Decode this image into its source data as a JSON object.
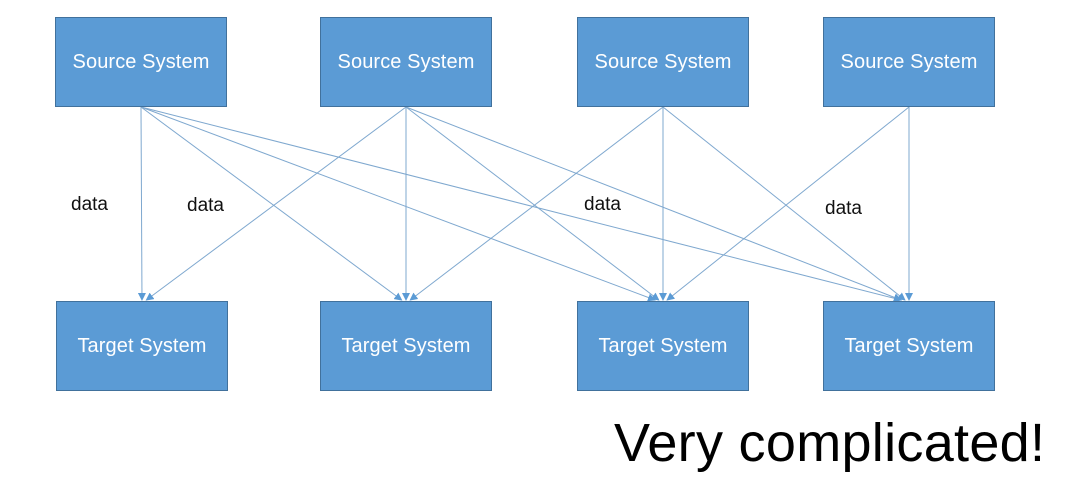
{
  "diagram": {
    "colors": {
      "node_fill": "#5b9bd5",
      "node_border": "#41719c",
      "edge": "#9dc3e6",
      "edge_dark": "#7fa8cf"
    },
    "sources": [
      {
        "id": "s1",
        "label": "Source System"
      },
      {
        "id": "s2",
        "label": "Source System"
      },
      {
        "id": "s3",
        "label": "Source System"
      },
      {
        "id": "s4",
        "label": "Source System"
      }
    ],
    "targets": [
      {
        "id": "t1",
        "label": "Target System"
      },
      {
        "id": "t2",
        "label": "Target System"
      },
      {
        "id": "t3",
        "label": "Target System"
      },
      {
        "id": "t4",
        "label": "Target System"
      }
    ],
    "edges": [
      {
        "from": "s1",
        "to": "t1"
      },
      {
        "from": "s1",
        "to": "t2"
      },
      {
        "from": "s1",
        "to": "t3"
      },
      {
        "from": "s1",
        "to": "t4"
      },
      {
        "from": "s2",
        "to": "t1"
      },
      {
        "from": "s2",
        "to": "t2"
      },
      {
        "from": "s2",
        "to": "t3"
      },
      {
        "from": "s2",
        "to": "t4"
      },
      {
        "from": "s3",
        "to": "t2"
      },
      {
        "from": "s3",
        "to": "t3"
      },
      {
        "from": "s3",
        "to": "t4"
      },
      {
        "from": "s4",
        "to": "t3"
      },
      {
        "from": "s4",
        "to": "t4"
      }
    ],
    "edge_labels": [
      "data",
      "data",
      "data",
      "data"
    ],
    "caption": "Very complicated!"
  }
}
